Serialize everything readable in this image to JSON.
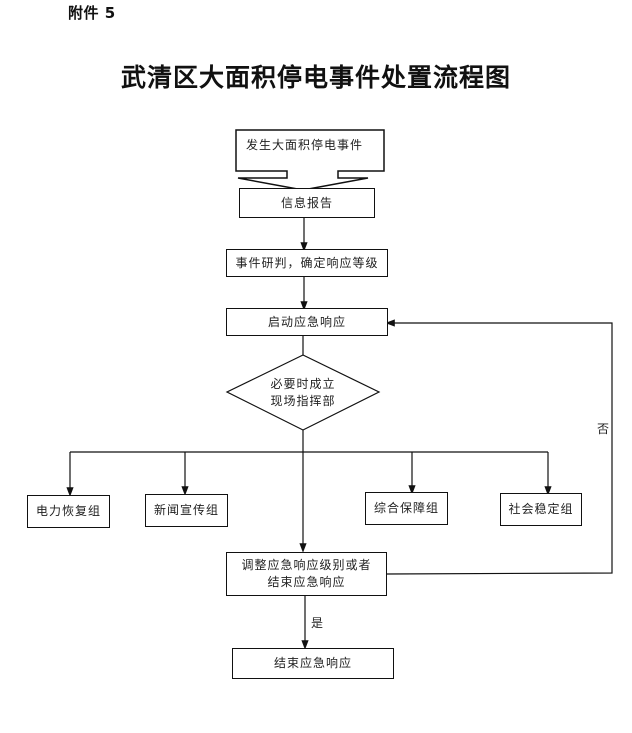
{
  "header": {
    "attachment": "附件 5",
    "title": "武清区大面积停电事件处置流程图"
  },
  "nodes": {
    "start": "发生大面积停电事件",
    "report": "信息报告",
    "assess": "事件研判，确定响应等级",
    "activate": "启动应急响应",
    "decision_line1": "必要时成立",
    "decision_line2": "现场指挥部",
    "groups": [
      "电力恢复组",
      "新闻宣传组",
      "综合保障组",
      "社会稳定组"
    ],
    "adjust_line1": "调整应急响应级别或者",
    "adjust_line2": "结束应急响应",
    "end": "结束应急响应"
  },
  "edge_labels": {
    "no": "否",
    "yes": "是"
  }
}
